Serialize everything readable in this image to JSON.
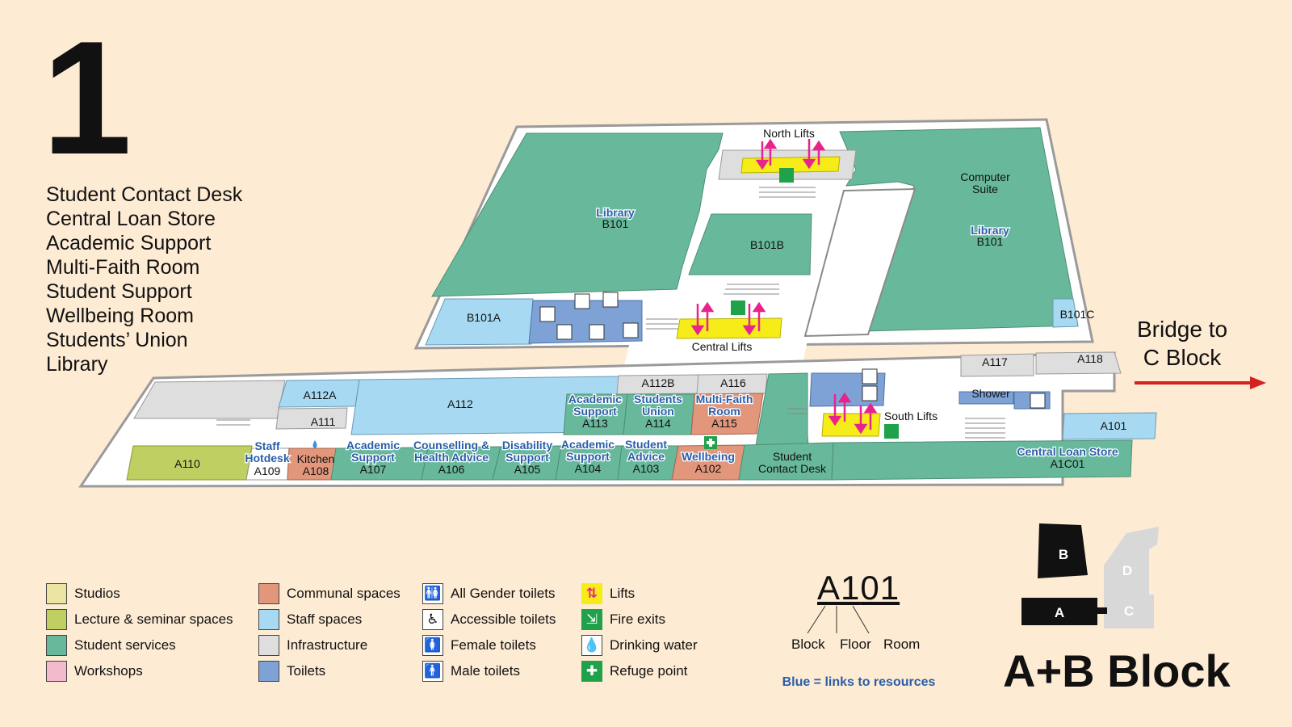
{
  "floor": {
    "number": "1"
  },
  "services": [
    "Student Contact Desk",
    "Central Loan Store",
    "Academic Support",
    "Multi-Faith Room",
    "Student Support",
    "Wellbeing Room",
    "Students’ Union",
    "Library"
  ],
  "colors": {
    "studios": "#ece4a1",
    "lecture": "#c0cf61",
    "student_services": "#68b99c",
    "workshops": "#f3b9cc",
    "communal": "#e2977c",
    "staff": "#a8d9f2",
    "infrastructure": "#dedede",
    "toilets": "#7ea2d6",
    "lifts": "#f5ec18",
    "lift_arrow": "#e8238c",
    "fire": "#1fa24a",
    "link_blue": "#2a5ea8",
    "bridge_arrow": "#d42121"
  },
  "map": {
    "north_lifts": "North Lifts",
    "central_lifts": "Central Lifts",
    "south_lifts": "South Lifts",
    "shower": "Shower",
    "rooms": {
      "library_west_link": "Library",
      "library_west": "B101",
      "library_east_link": "Library",
      "library_east": "B101",
      "computer_suite_1": "Computer",
      "computer_suite_2": "Suite",
      "b101b": "B101B",
      "b101a": "B101A",
      "b101c": "B101C",
      "a112b": "A112B",
      "a116": "A116",
      "a117": "A117",
      "a118": "A118",
      "a112a": "A112A",
      "a112": "A112",
      "a111": "A111",
      "a110": "A110",
      "a113_l1": "Academic",
      "a113_l2": "Support",
      "a113": "A113",
      "a114_l1": "Students",
      "a114_l2": "Union",
      "a114": "A114",
      "a115_l1": "Multi-Faith",
      "a115_l2": "Room",
      "a115": "A115",
      "a109_l1": "Staff",
      "a109_l2": "Hotdesk",
      "a109": "A109",
      "a108_l1": "Kitchen",
      "a108": "A108",
      "a107_l1": "Academic",
      "a107_l2": "Support",
      "a107": "A107",
      "a106_l1": "Counselling &",
      "a106_l2": "Health Advice",
      "a106": "A106",
      "a105_l1": "Disability",
      "a105_l2": "Support",
      "a105": "A105",
      "a104_l1": "Academic",
      "a104_l2": "Support",
      "a104": "A104",
      "a103_l1": "Student",
      "a103_l2": "Advice",
      "a103": "A103",
      "a102_l1": "Wellbeing",
      "a102": "A102",
      "contact_l1": "Student",
      "contact_l2": "Contact Desk",
      "a101": "A101",
      "a1c01_l1": "Central Loan Store",
      "a1c01": "A1C01"
    }
  },
  "bridge": {
    "line1": "Bridge to",
    "line2": "C Block"
  },
  "legend": {
    "col1": [
      {
        "label": "Studios",
        "color": "#ece4a1"
      },
      {
        "label": "Lecture & seminar spaces",
        "color": "#c0cf61"
      },
      {
        "label": "Student services",
        "color": "#68b99c"
      },
      {
        "label": "Workshops",
        "color": "#f3b9cc"
      }
    ],
    "col2": [
      {
        "label": "Communal spaces",
        "color": "#e2977c"
      },
      {
        "label": "Staff spaces",
        "color": "#a8d9f2"
      },
      {
        "label": "Infrastructure",
        "color": "#dedede"
      },
      {
        "label": "Toilets",
        "color": "#7ea2d6"
      }
    ],
    "col3": [
      {
        "label": "All Gender toilets",
        "icon": "all-gender-toilet-icon"
      },
      {
        "label": "Accessible toilets",
        "icon": "accessible-toilet-icon"
      },
      {
        "label": "Female toilets",
        "icon": "female-toilet-icon"
      },
      {
        "label": "Male toilets",
        "icon": "male-toilet-icon"
      }
    ],
    "col4": [
      {
        "label": "Lifts",
        "icon": "lift-icon"
      },
      {
        "label": "Fire exits",
        "icon": "fire-exit-icon"
      },
      {
        "label": "Drinking water",
        "icon": "drinking-water-icon"
      },
      {
        "label": "Refuge point",
        "icon": "refuge-point-icon"
      }
    ]
  },
  "room_code": {
    "block": "A",
    "floor": "1",
    "room": "01",
    "block_label": "Block",
    "floor_label": "Floor",
    "room_label": "Room",
    "note": "Blue = links to resources"
  },
  "key_map": {
    "b": "B",
    "a": "A",
    "d": "D",
    "c": "C"
  },
  "block_title": "A+B Block"
}
